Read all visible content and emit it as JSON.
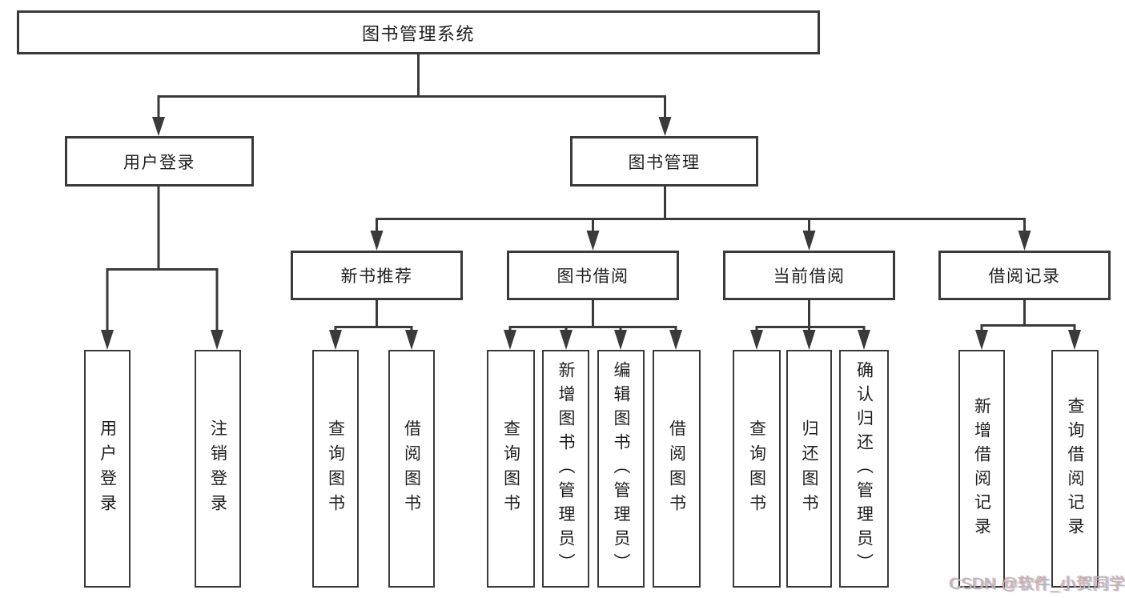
{
  "colors": {
    "line": "#3a3a3a",
    "text": "#1f1f1f",
    "background": "#ffffff",
    "watermark": "#b8b8b8"
  },
  "root": {
    "label": "图书管理系统"
  },
  "level2": [
    {
      "label": "用户登录"
    },
    {
      "label": "图书管理"
    }
  ],
  "level3": [
    {
      "label": "新书推荐"
    },
    {
      "label": "图书借阅"
    },
    {
      "label": "当前借阅"
    },
    {
      "label": "借阅记录"
    }
  ],
  "leaves": [
    "用户登录",
    "注销登录",
    "查询图书",
    "借阅图书",
    "查询图书",
    "新增图书（管理员）",
    "编辑图书（管理员）",
    "借阅图书",
    "查询图书",
    "归还图书",
    "确认归还（管理员）",
    "新增借阅记录",
    "查询借阅记录"
  ],
  "watermark": "CSDN @软件_小贺同学"
}
